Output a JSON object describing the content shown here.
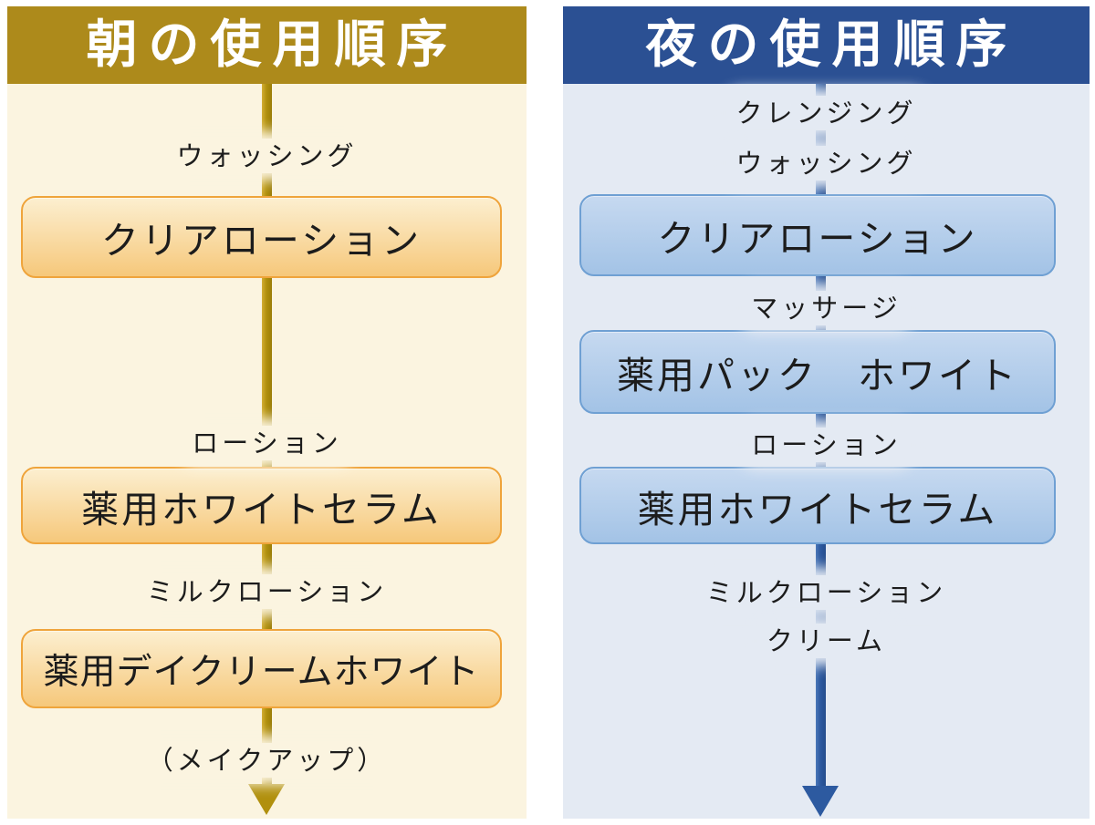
{
  "diagram": {
    "columns": [
      {
        "id": "morning",
        "title": "朝の使用順序",
        "theme": {
          "header_bg": "#AD8A1B",
          "panel_bg": "#FBF4E0",
          "box_border": "#EFA43B",
          "box_fill_top": "#FCEFD0",
          "box_fill_bottom": "#F6C87B",
          "arrow": "#B1900E",
          "arrow_light": "#D3AE34",
          "arrow_dark": "#9A7D08"
        },
        "steps": [
          "ウォッシング",
          "クリアローション",
          "ローション",
          "薬用ホワイトセラム",
          "ミルクローション",
          "薬用デイクリームホワイト",
          "（メイクアップ）"
        ]
      },
      {
        "id": "night",
        "title": "夜の使用順序",
        "theme": {
          "header_bg": "#2B5093",
          "panel_bg": "#E4EAF3",
          "box_border": "#6FA0D3",
          "box_fill_top": "#C6D9F0",
          "box_fill_bottom": "#A3C3E6",
          "arrow": "#2D5AA0",
          "arrow_light": "#4A77B8",
          "arrow_dark": "#244C8C"
        },
        "steps": [
          "クレンジング",
          "ウォッシング",
          "クリアローション",
          "マッサージ",
          "薬用パック　ホワイト",
          "ローション",
          "薬用ホワイトセラム",
          "ミルクローション",
          "クリーム"
        ]
      }
    ]
  }
}
